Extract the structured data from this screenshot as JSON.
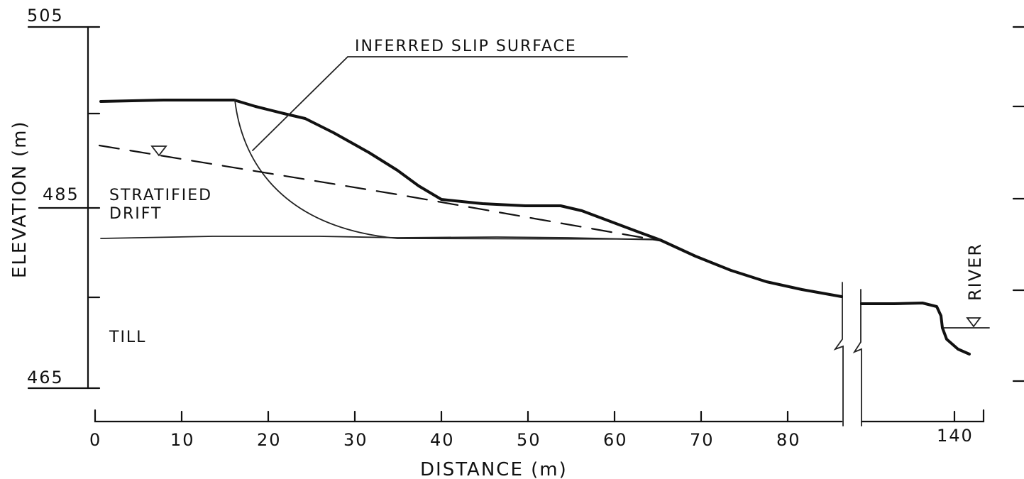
{
  "axes": {
    "y_label": "ELEVATION (m)",
    "x_label": "DISTANCE (m)",
    "y_ticks": [
      "505",
      "485",
      "465"
    ],
    "x_ticks": [
      "0",
      "10",
      "20",
      "30",
      "40",
      "50",
      "60",
      "70",
      "80",
      "140"
    ]
  },
  "labels": {
    "slip_surface": "INFERRED SLIP SURFACE",
    "stratified_line1": "STRATIFIED",
    "stratified_line2": "DRIFT",
    "till": "TILL",
    "river": "RIVER"
  }
}
